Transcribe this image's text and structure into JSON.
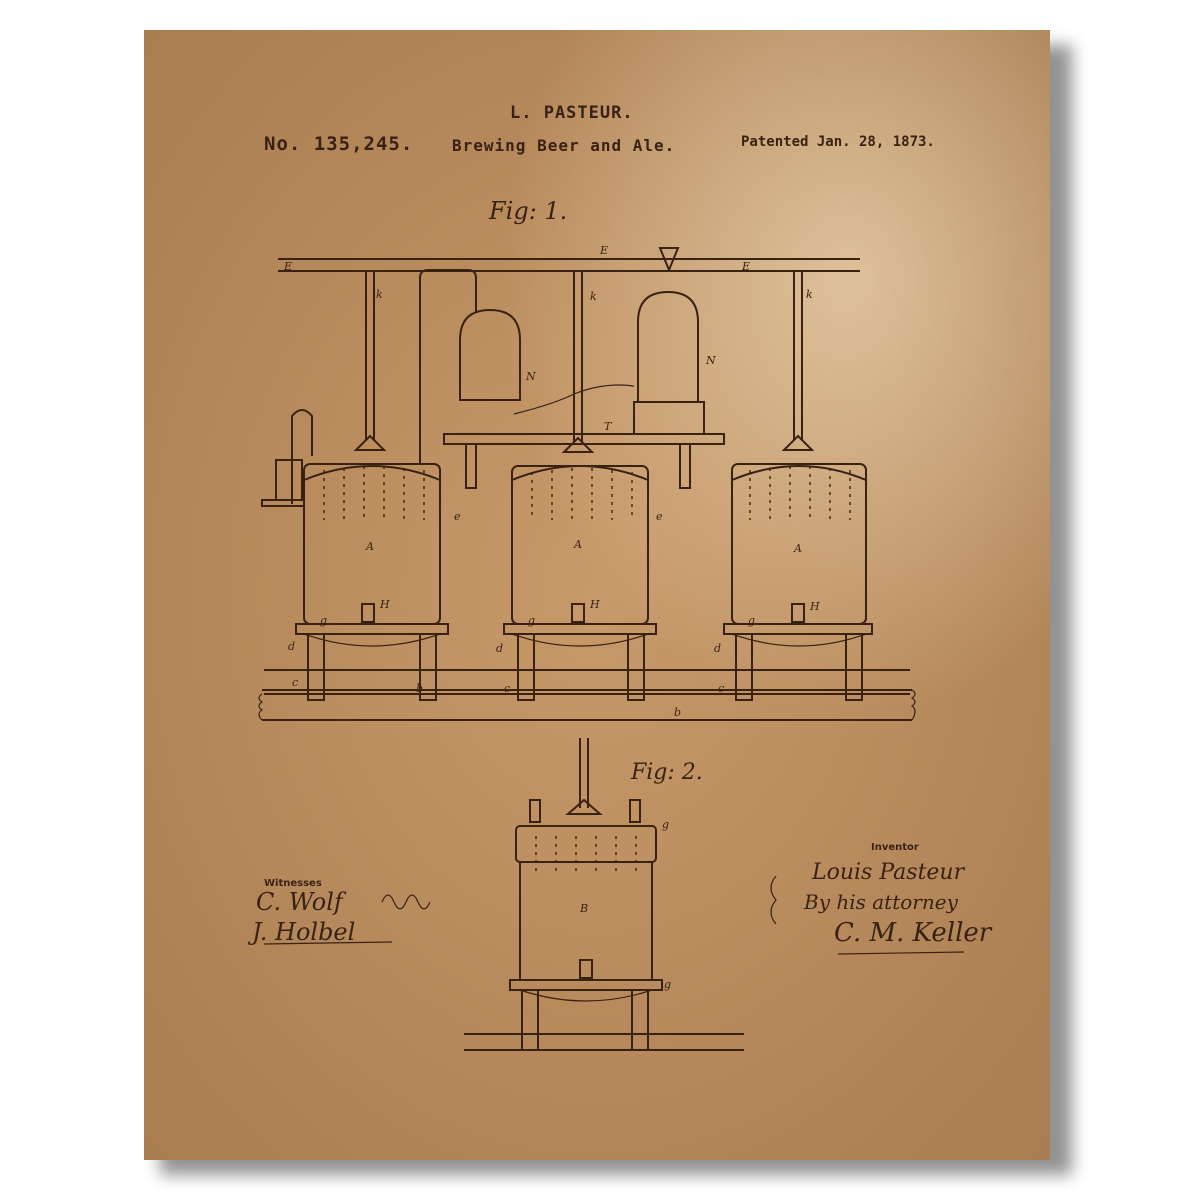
{
  "header": {
    "title": "L. PASTEUR.",
    "patent_number": "No. 135,245.",
    "subject": "Brewing Beer and Ale.",
    "patent_date": "Patented Jan. 28, 1873."
  },
  "figures": {
    "fig1_label": "Fig: 1.",
    "fig2_label": "Fig: 2."
  },
  "part_labels": {
    "pipe": "E",
    "vat": "A",
    "vat_b": "B",
    "tray": "T",
    "flask": "N",
    "tap": "H",
    "base": "b",
    "channel": "c",
    "ring": "g",
    "inlet": "e",
    "valve": "d",
    "clamp": "k"
  },
  "signatures": {
    "witnesses_label": "Witnesses",
    "witness_1": "C. Wolf",
    "witness_2": "J. Holbel",
    "inventor_label": "Inventor",
    "inventor_name": "Louis Pasteur",
    "attorney_line": "By his attorney",
    "attorney_name": "C. M. Keller"
  },
  "colors": {
    "ink": "#3a2212",
    "paper": "#c89a6a"
  }
}
